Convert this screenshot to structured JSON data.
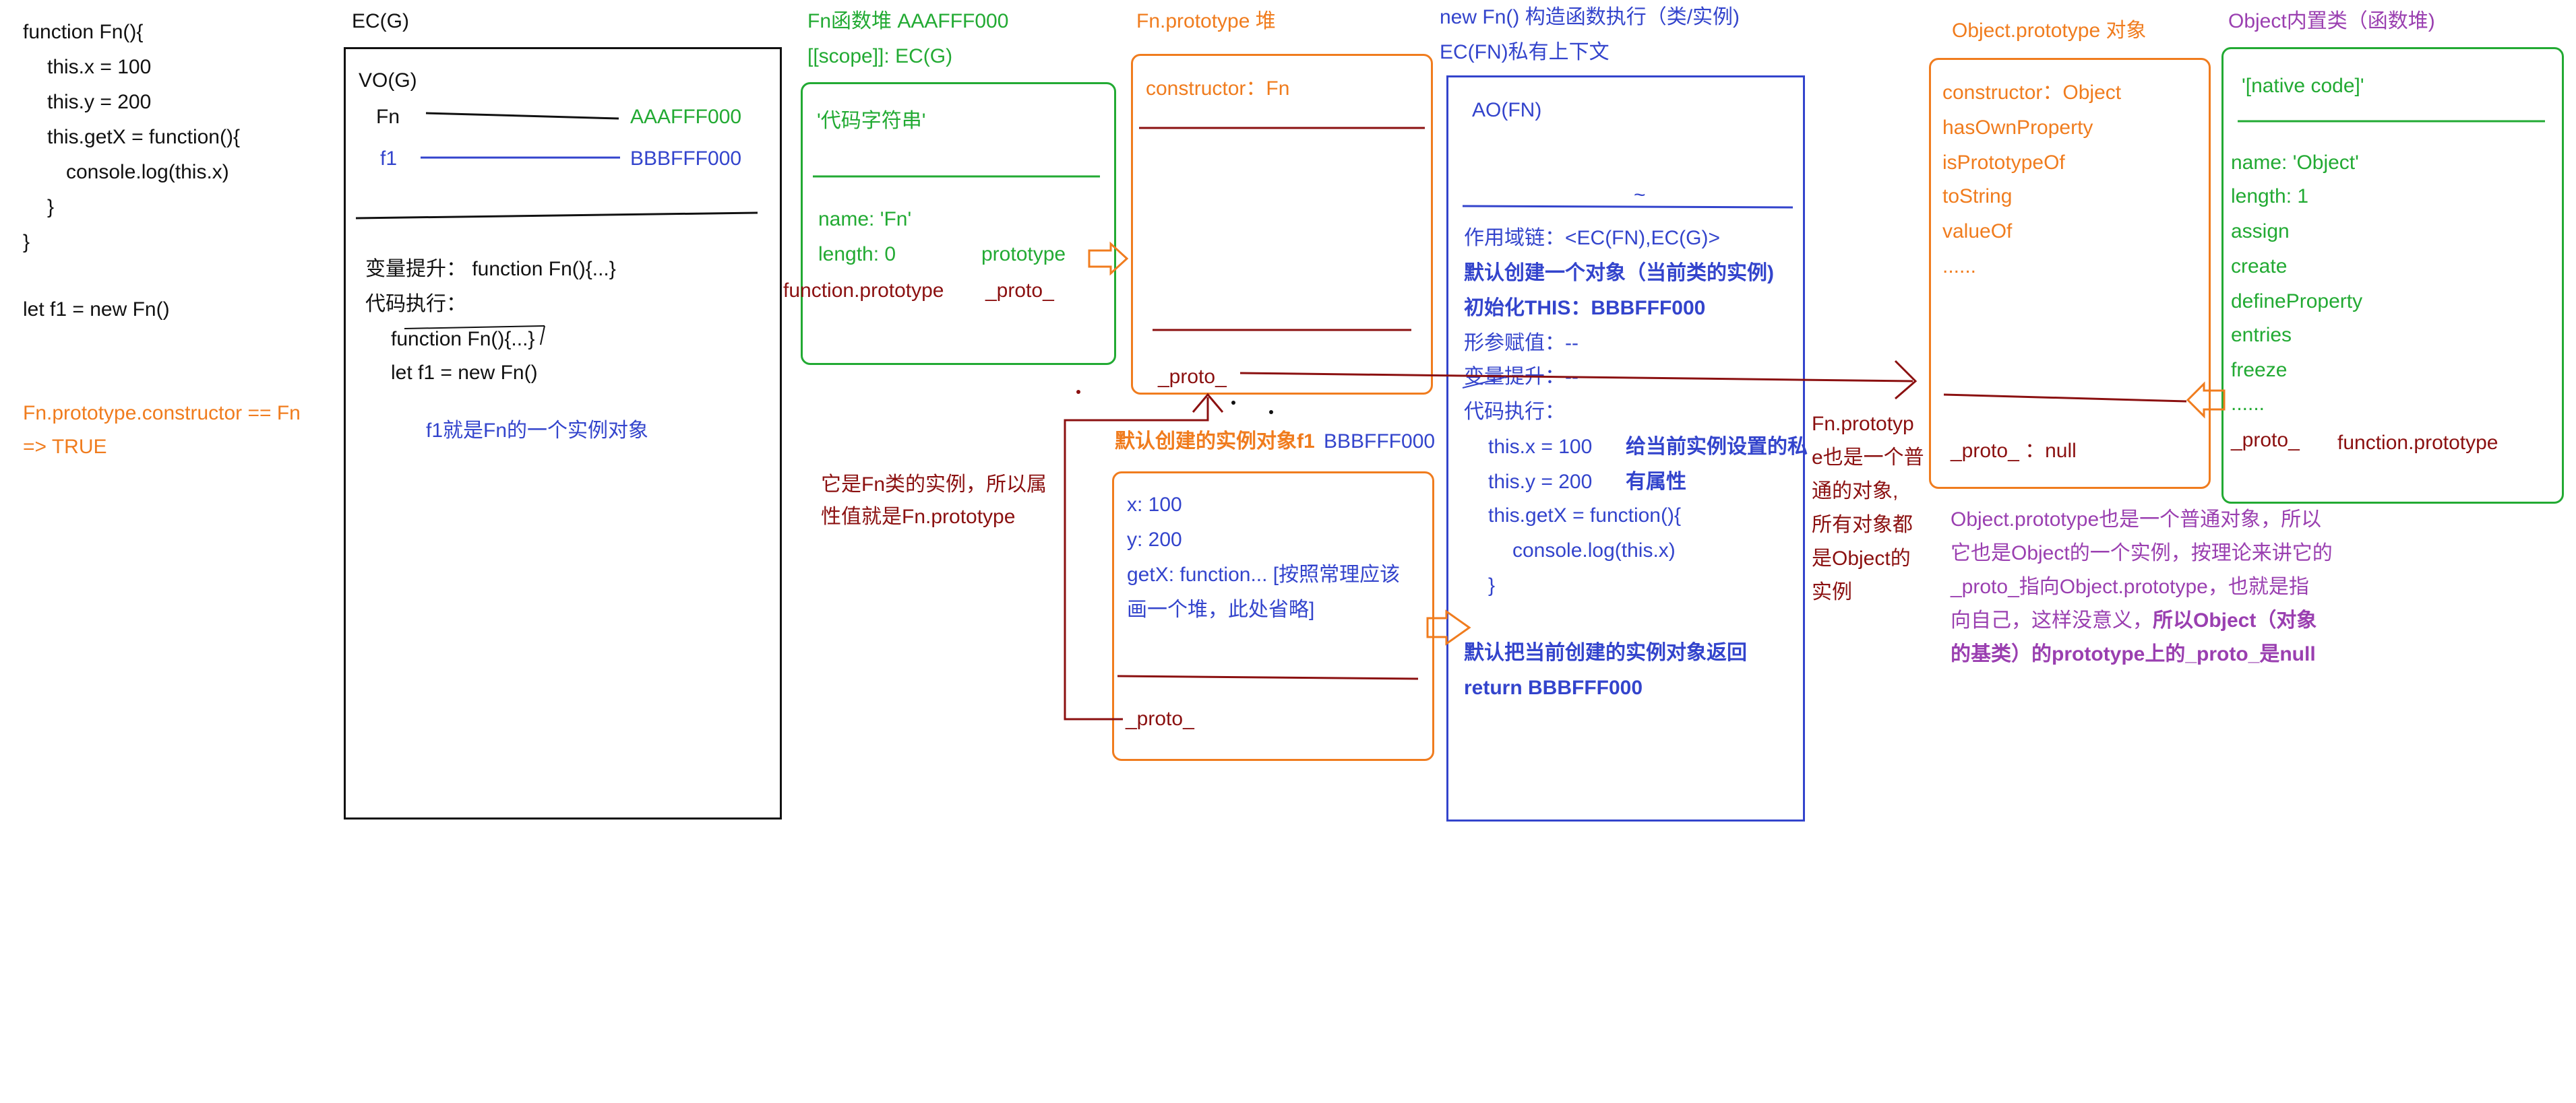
{
  "code": {
    "lines": [
      "function Fn(){",
      "this.x = 100",
      "this.y = 200",
      "this.getX = function(){",
      "console.log(this.x)",
      "}",
      "}",
      "let f1 = new Fn()"
    ],
    "note_line1": "Fn.prototype.constructor == Fn",
    "note_line2": "=> TRUE"
  },
  "ecg": {
    "title": "EC(G)",
    "vo": "VO(G)",
    "fn_var": "Fn",
    "fn_addr": "AAAFFF000",
    "f1_var": "f1",
    "f1_addr": "BBBFFF000",
    "hoist": "变量提升： function Fn(){...}",
    "exec": "代码执行：",
    "exec1": "function Fn(){...}",
    "exec2": "let f1 = new Fn()",
    "note": "f1就是Fn的一个实例对象"
  },
  "fnheap": {
    "title": "Fn函数堆 AAAFFF000",
    "scope": "[[scope]]: EC(G)",
    "code_str": "'代码字符串'",
    "name": "name: 'Fn'",
    "length": "length: 0",
    "prototype": "prototype",
    "proto_label": "_proto_",
    "func_proto": "function.prototype"
  },
  "fnproto": {
    "title": "Fn.prototype 堆",
    "constructor": "constructor：Fn",
    "proto": "_proto_"
  },
  "instance": {
    "title": "默认创建的实例对象f1",
    "addr": "BBBFFF000",
    "x": "x: 100",
    "y": "y: 200",
    "getx1": "getX: function... [按照常理应该",
    "getx2": "画一个堆，此处省略]",
    "proto": "_proto_",
    "note1": "它是Fn类的实例，所以属",
    "note2": "性值就是Fn.prototype"
  },
  "newfn": {
    "title": "new Fn() 构造函数执行（类/实例)",
    "subtitle": "EC(FN)私有上下文",
    "ao": "AO(FN)",
    "tilde": "~",
    "scope_chain": "作用域链：<EC(FN),EC(G)>",
    "create_obj": "默认创建一个对象（当前类的实例)",
    "init_this": "初始化THIS：BBBFFF000",
    "params": "形参赋值：--",
    "hoist": "变量提升：--",
    "exec": "代码执行：",
    "x_line": "this.x = 100",
    "x_note": "给当前实例设置的私",
    "y_line": "this.y = 200",
    "y_note": "有属性",
    "getx": "this.getX = function(){",
    "log": "console.log(this.x)",
    "close": "}",
    "ret_note": "默认把当前创建的实例对象返回",
    "ret": "return BBBFFF000"
  },
  "fnproto_note": {
    "l1": "Fn.prototyp",
    "l2": "e也是一个普",
    "l3": "通的对象,",
    "l4": "所有对象都",
    "l5": "是Object的",
    "l6": "实例"
  },
  "objproto": {
    "title": "Object.prototype 对象",
    "items": [
      "constructor：Object",
      "hasOwnProperty",
      "isPrototypeOf",
      "toString",
      "valueOf",
      "......"
    ],
    "proto": "_proto_ ：null",
    "note1": "Object.prototype也是一个普通对象，所以",
    "note2": "它也是Object的一个实例，按理论来讲它的",
    "note3": "_proto_指向Object.prototype，也就是指",
    "note4": "向自己，这样没意义，",
    "note4b": "所以Object（对象",
    "note5": "的基类）的prototype上的_proto_是null"
  },
  "objclass": {
    "title": "Object内置类（函数堆)",
    "native": "'[native code]'",
    "items": [
      "name: 'Object'",
      "length: 1",
      "assign",
      "create",
      "defineProperty",
      "entries",
      "freeze",
      "......"
    ],
    "proto": "_proto_",
    "func_proto": "function.prototype"
  },
  "colors": {
    "black": "#111111",
    "green": "#22aa33",
    "orange": "#f07c1e",
    "blue": "#3344cc",
    "darkred": "#8b1010",
    "purple": "#9a3fb0"
  }
}
